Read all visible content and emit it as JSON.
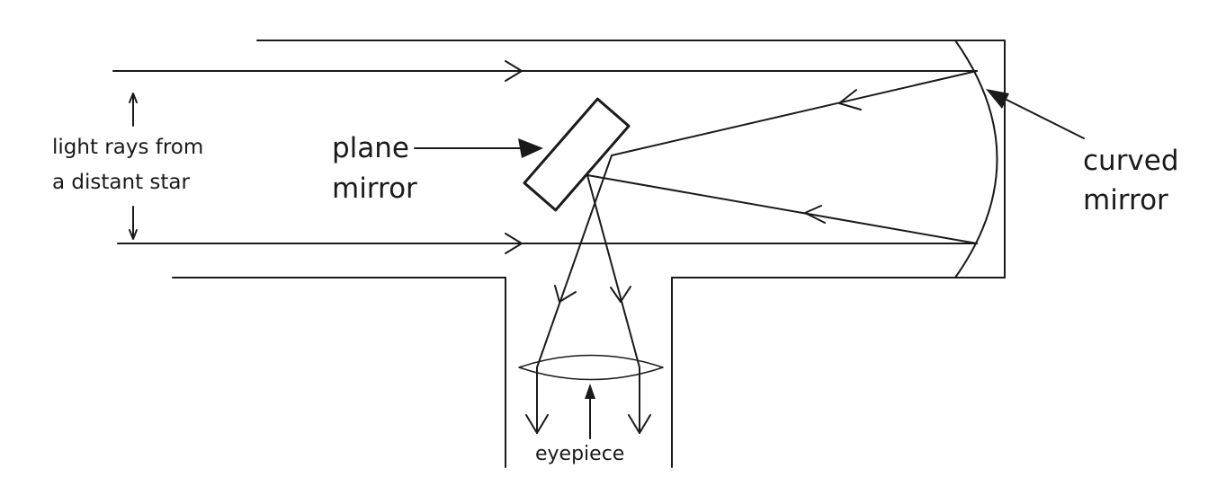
{
  "labels": {
    "light_rays_line1": "light rays from",
    "light_rays_line2": "a distant star",
    "plane_mirror_line1": "plane",
    "plane_mirror_line2": "mirror",
    "curved_mirror_line1": "curved",
    "curved_mirror_line2": "mirror",
    "eyepiece": "eyepiece"
  },
  "colors": {
    "stroke": "#1a1a1a",
    "background": "#ffffff"
  }
}
